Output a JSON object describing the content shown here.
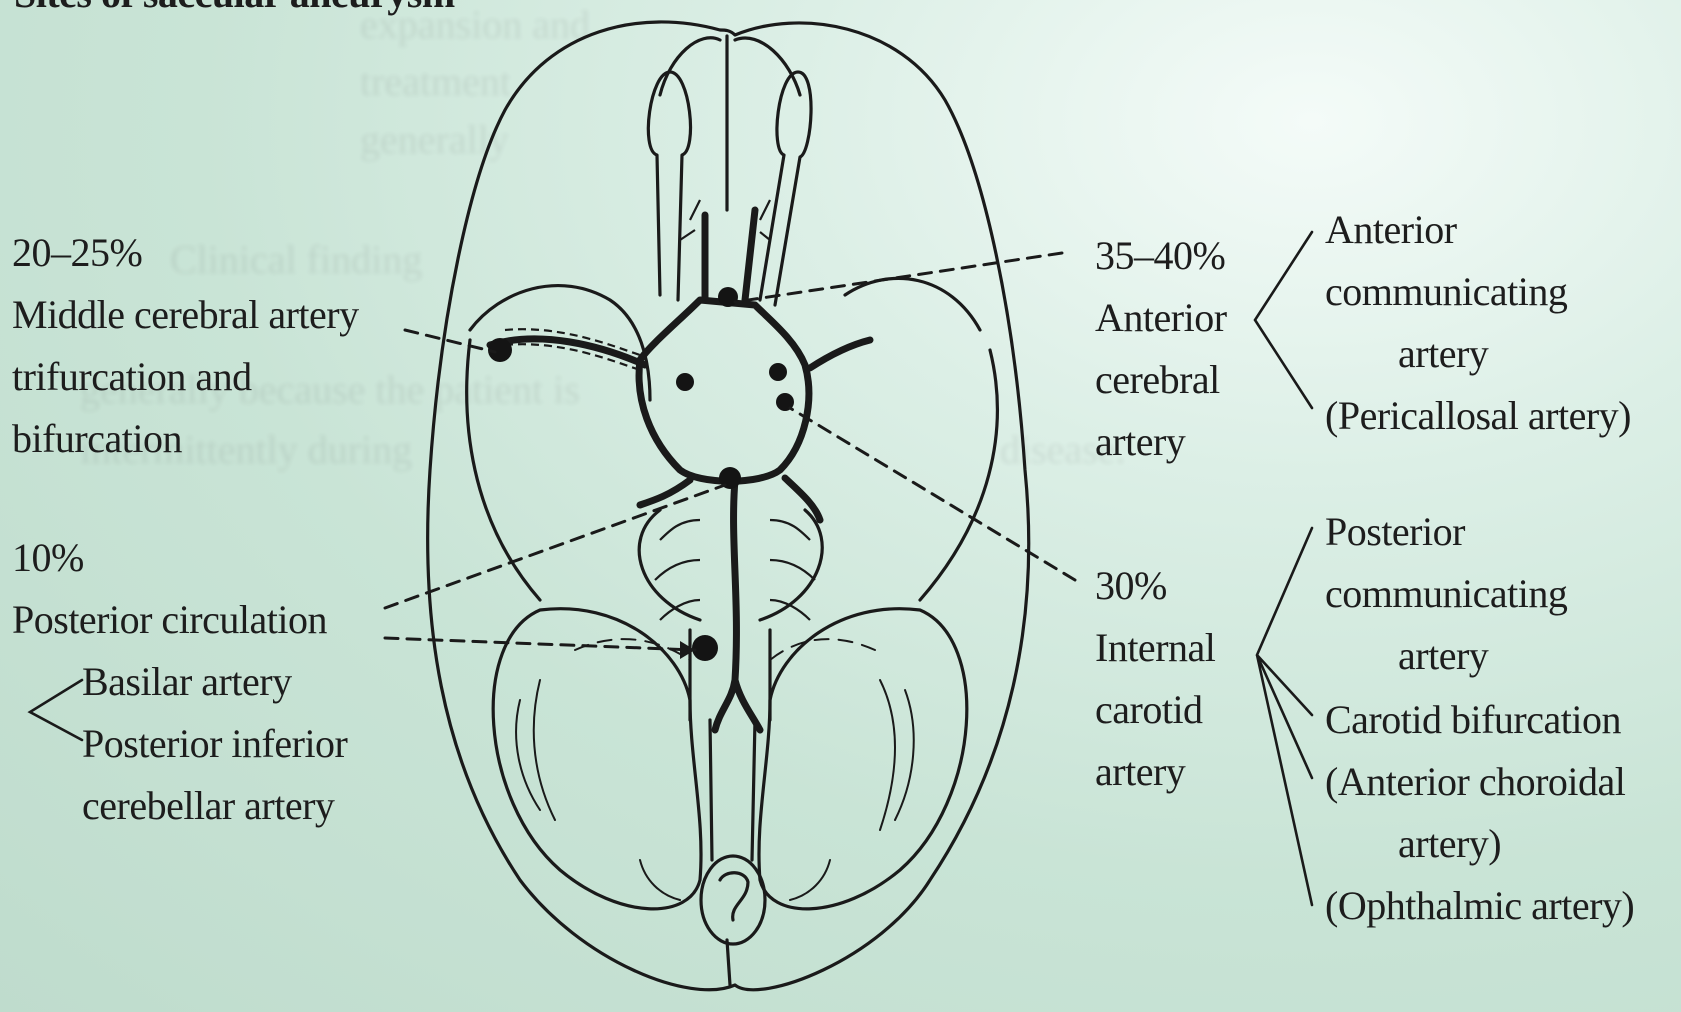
{
  "header_fragment": "Sites of saccular aneurysm",
  "bleed_through": [
    "expansion and",
    "treatment",
    "generally",
    "Clinical finding",
    "generally because the patient is",
    "intermittently during",
    "disease."
  ],
  "left_labels": {
    "mca": {
      "percent": "20–25%",
      "line1": "Middle cerebral artery",
      "line2": "trifurcation and",
      "line3": "bifurcation"
    },
    "posterior": {
      "percent": "10%",
      "name": "Posterior circulation",
      "branches": [
        "Basilar artery",
        "Posterior inferior",
        "cerebellar artery"
      ]
    }
  },
  "right_labels": {
    "aca": {
      "percent": "35–40%",
      "line1": "Anterior",
      "line2": "cerebral",
      "line3": "artery",
      "branches": [
        "Anterior",
        "communicating",
        "artery",
        "(Pericallosal artery)"
      ]
    },
    "ica": {
      "percent": "30%",
      "line1": "Internal",
      "line2": "carotid",
      "line3": "artery",
      "branches": [
        "Posterior",
        "communicating",
        "artery",
        "Carotid bifurcation",
        "(Anterior choroidal",
        "artery)",
        "(Ophthalmic artery)"
      ]
    }
  },
  "colors": {
    "background": "#c9e4d6",
    "ink": "#1d1d1d"
  }
}
